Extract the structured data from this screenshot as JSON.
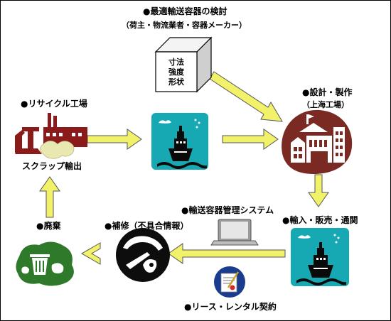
{
  "nodes": {
    "container_study": {
      "title": "●最適輸送容器の検討",
      "subtitle": "（荷主・物流業者・容器メーカー）",
      "box_lines": [
        "寸法",
        "強度",
        "形状"
      ]
    },
    "design": {
      "title": "●設計・製作",
      "subtitle": "（上海工場）"
    },
    "recycle": {
      "title": "●リサイクル工場",
      "caption": "スクラップ輸出"
    },
    "import": {
      "title": "●輸入・販売・通関"
    },
    "management": {
      "title": "●輸送容器管理システム"
    },
    "repair": {
      "title": "●補修（不具合情報）"
    },
    "disposal": {
      "title": "●廃棄"
    },
    "lease": {
      "title": "●リース・レンタル契約"
    }
  },
  "colors": {
    "arrow_fill": "#f2f26a",
    "arrow_stroke": "#555555",
    "ship_bg": "#16a8b3",
    "factory": "#7a2a22",
    "recycle_red": "#8b1a1a",
    "disposal_green": "#2e7a2a",
    "seal_blue": "#1a3c8c"
  },
  "icons": [
    "box-icon",
    "ship-icon",
    "factory-icon",
    "recycle-factory-icon",
    "laptop-icon",
    "repair-icon",
    "disposal-icon",
    "contract-seal-icon"
  ]
}
